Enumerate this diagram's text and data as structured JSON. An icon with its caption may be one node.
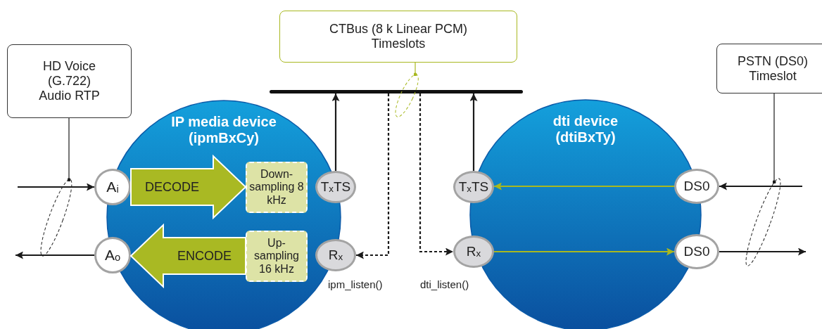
{
  "diagram": {
    "nodes": [
      {
        "text": [
          "HD Voice (G.722) Audio RTP"
        ]
      },
      {
        "text": [
          "CTBus (8 k Linear PCM) Timeslots"
        ]
      },
      {
        "text": [
          "PSTN (DS0) Timeslot"
        ]
      },
      {
        "text": [],
        "shape": "bar"
      },
      {
        "text": [
          "IP media device (ipmBxCy)"
        ]
      },
      {
        "text": [
          "A$_{i}$"
        ],
        "in": 4
      },
      {
        "text": [
          "Down- sampling 8 kHz"
        ],
        "in": 4
      },
      {
        "text": [
          "T$_{x}$TS"
        ],
        "in": 4
      },
      {
        "text": [
          "A$_{o}$"
        ],
        "in": 4
      },
      {
        "text": [
          "Up- sampling 16 kHz"
        ],
        "in": 4
      },
      {
        "text": [
          "R$_{x}$"
        ],
        "in": 4,
        "beside": [
          "ipm_listen()"
        ]
      },
      {
        "text": [
          "dti device (dtiBxTy)"
        ]
      },
      {
        "text": [
          "T$_{x}$TS"
        ],
        "in": 11
      },
      {
        "text": [
          "DS0"
        ],
        "in": 11
      },
      {
        "text": [
          "R$_{x}$"
        ],
        "in": 11
      },
      {
        "text": [
          "DS0"
        ],
        "in": 11
      },
      {
        "text": [],
        "shape": "ellipse"
      },
      {
        "text": [],
        "shape": "ellipse"
      },
      {
        "text": [],
        "shape": "ellipse"
      }
    ],
    "edges": [
      {
        "from": null,
        "to": 5,
        "arrow": "to"
      },
      {
        "from": 8,
        "to": null,
        "arrow": "to"
      },
      {
        "from": 5,
        "to": 6,
        "arrow": "to",
        "label": "DECODE",
        "style": "thick",
        "color": "#a9b923"
      },
      {
        "from": 9,
        "to": 8,
        "arrow": "to",
        "label": "ENCODE",
        "style": "thick",
        "color": "#a9b923"
      },
      {
        "from": 7,
        "to": 3,
        "arrow": "to"
      },
      {
        "from": 3,
        "to": 10,
        "arrow": "to",
        "style": "dashed"
      },
      {
        "from": 3,
        "to": 14,
        "arrow": "to",
        "style": "dashed"
      },
      {
        "from": 12,
        "to": 3,
        "arrow": "to"
      },
      {
        "from": 13,
        "to": 12,
        "arrow": "to",
        "color": "#a8b820"
      },
      {
        "from": 14,
        "to": 15,
        "arrow": "to",
        "color": "#a8b820"
      },
      {
        "from": null,
        "to": 13,
        "arrow": "to"
      },
      {
        "from": 15,
        "to": null,
        "arrow": "to"
      },
      {
        "from": 0,
        "to": 16,
        "arrow": "other"
      },
      {
        "from": 1,
        "to": 17,
        "arrow": "other",
        "color": "#a8b820"
      },
      {
        "from": 2,
        "to": 18,
        "arrow": "other"
      }
    ],
    "labels": [
      "dti_listen()"
    ]
  }
}
